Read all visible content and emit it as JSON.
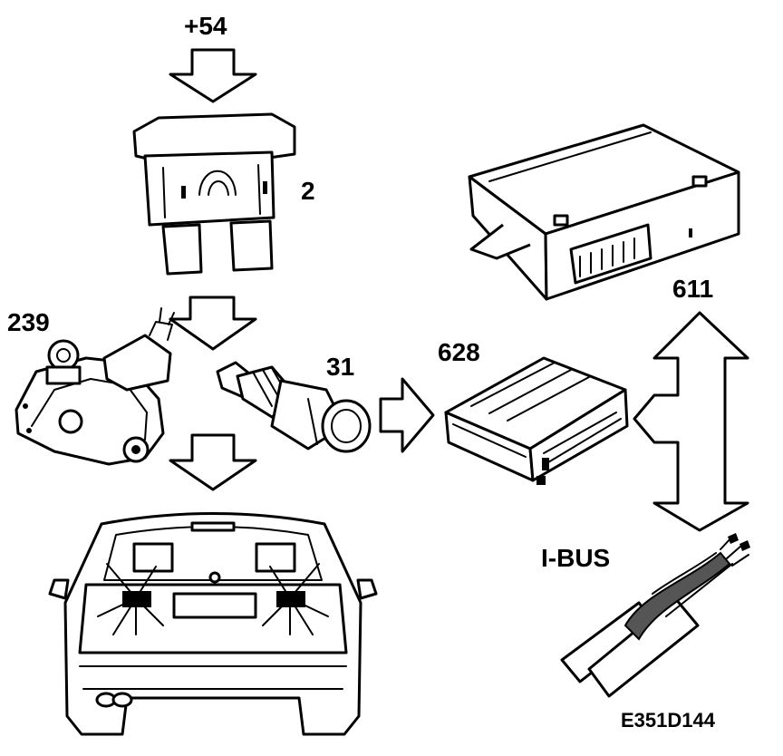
{
  "labels": {
    "power": "+54",
    "fuse": "2",
    "gear_switch": "239",
    "temp_sensor": "31",
    "control_module": "628",
    "main_unit": "611",
    "bus": "I-BUS",
    "figure_code": "E351D144"
  }
}
